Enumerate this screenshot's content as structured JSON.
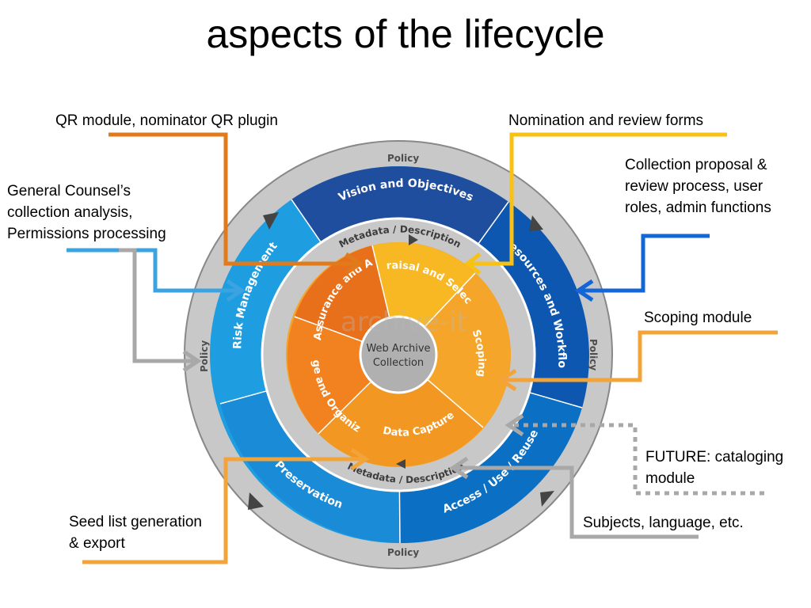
{
  "title": "aspects of the lifecycle",
  "diagram": {
    "policy": "Policy",
    "outer_ring": [
      "Vision and Objectives",
      "Resources and Workflow",
      "Access / Use / Reuse",
      "Preservation",
      "Risk Management"
    ],
    "metadata": "Metadata / Description",
    "inner_ring": [
      "Appraisal and Selection",
      "Scoping",
      "Data Capture",
      "Storage and Organization",
      "Quality Assurance and Analysis"
    ],
    "center": [
      "Web Archive",
      "Collection"
    ],
    "watermark": "archive-it"
  },
  "callouts": {
    "qr_module": "QR module, nominator QR plugin",
    "nomination_forms": "Nomination and review forms",
    "general_counsel": [
      "General Counsel’s",
      "collection analysis,",
      "Permissions processing"
    ],
    "collection_proposal": [
      "Collection proposal &",
      "review process, user",
      "roles, admin functions"
    ],
    "scoping_module": "Scoping module",
    "future_cataloging": [
      "FUTURE: cataloging",
      "module"
    ],
    "seed_list": [
      "Seed list generation",
      "& export"
    ],
    "subjects": "Subjects, language, etc."
  },
  "colors": {
    "policy_ring": "#c8c8c8",
    "dark_blue": "#1f4e9e",
    "mid_blue": "#0b6fc4",
    "light_blue": "#1e9ee0",
    "orange": "#f2821f",
    "dark_orange": "#e8701a",
    "yellow_orange": "#f7b824",
    "light_orange": "#f5a42a",
    "center_gray": "#b0b0b0",
    "arrow_orange": "#e07a1a",
    "arrow_yellow": "#f8c114",
    "arrow_light_blue": "#3ba3e0",
    "arrow_blue": "#1366d6",
    "arrow_gray": "#a8a8a8",
    "arrow_light_orange": "#f2a43a"
  }
}
